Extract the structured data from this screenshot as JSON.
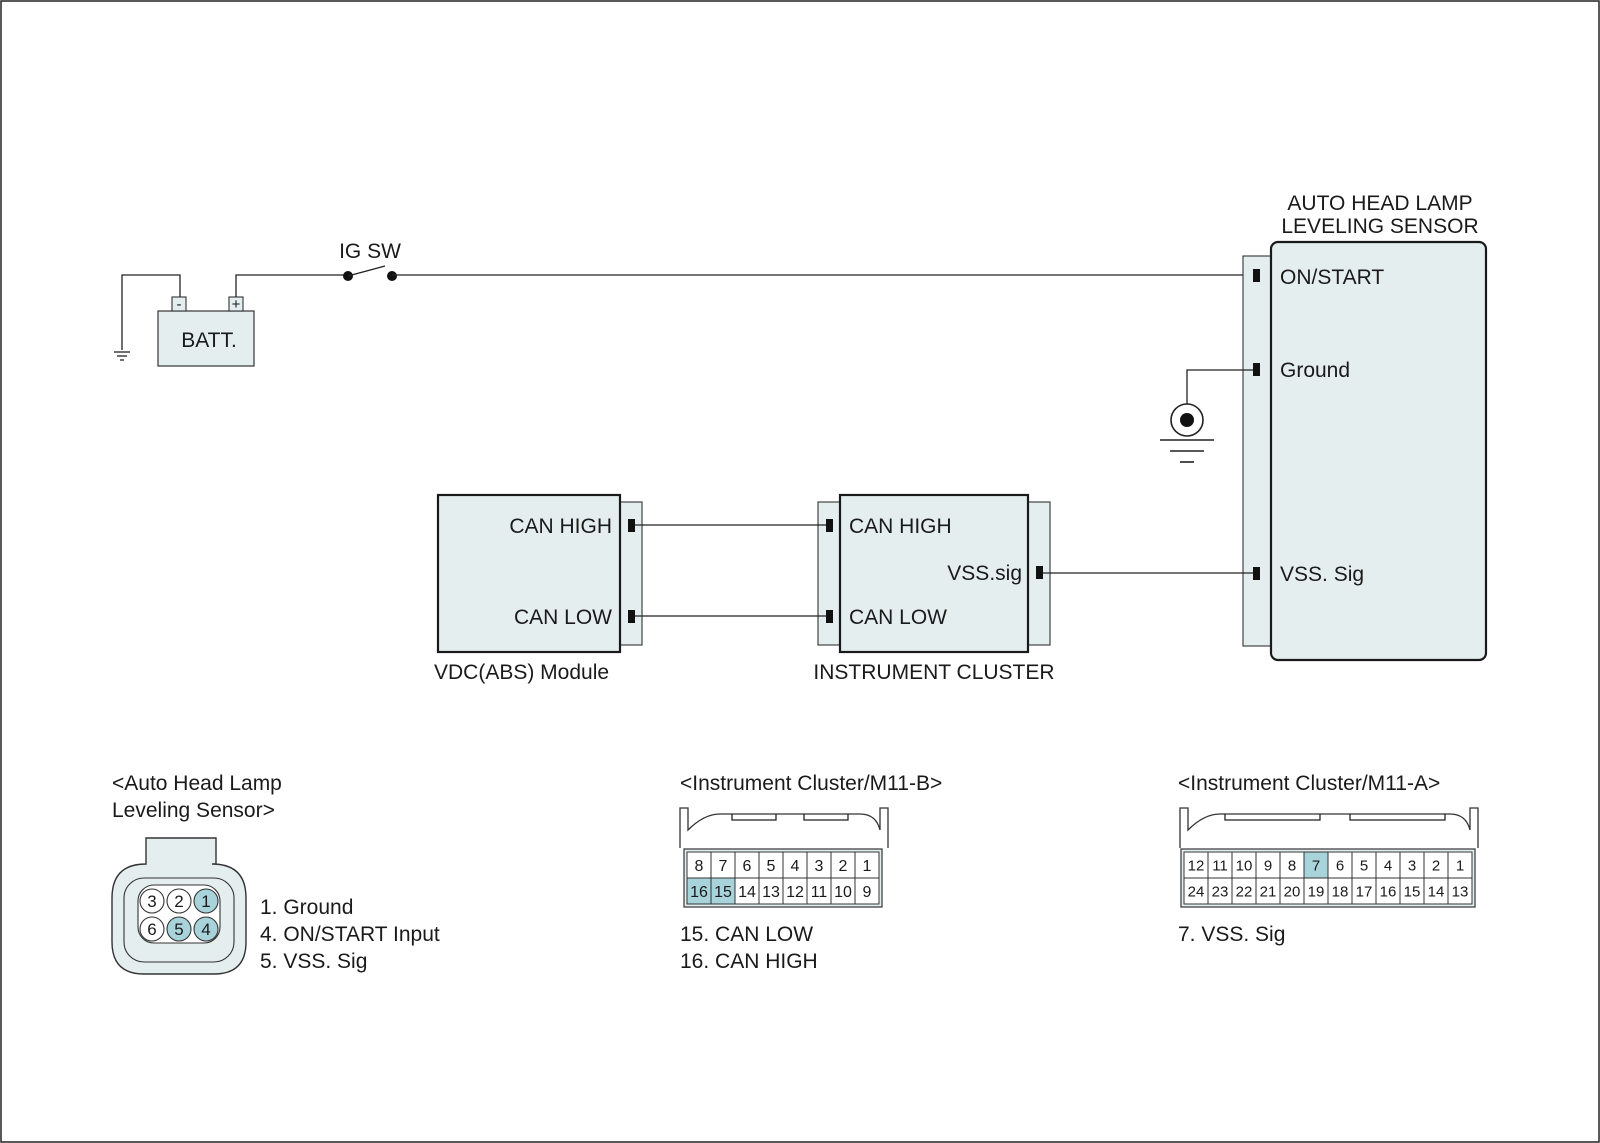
{
  "battery": {
    "label": "BATT.",
    "neg": "-",
    "pos": "+"
  },
  "ig_switch": {
    "label": "IG SW"
  },
  "sensor": {
    "title_line1": "AUTO HEAD LAMP",
    "title_line2": "LEVELING SENSOR",
    "pins": [
      "ON/START",
      "Ground",
      "VSS. Sig"
    ]
  },
  "vdc": {
    "label": "VDC(ABS) Module",
    "pins": [
      "CAN HIGH",
      "CAN LOW"
    ]
  },
  "cluster": {
    "label": "INSTRUMENT CLUSTER",
    "pins": [
      "CAN HIGH",
      "VSS.sig",
      "CAN LOW"
    ]
  },
  "connector_sensor": {
    "title_line1": "<Auto Head Lamp",
    "title_line2": "Leveling Sensor>",
    "top_row": [
      "3",
      "2",
      "1"
    ],
    "bottom_row": [
      "6",
      "5",
      "4"
    ],
    "highlighted": [
      "1",
      "4",
      "5"
    ],
    "legend": [
      "1. Ground",
      "4. ON/START Input",
      "5. VSS. Sig"
    ]
  },
  "connector_m11b": {
    "title": "<Instrument Cluster/M11-B>",
    "top_row": [
      "8",
      "7",
      "6",
      "5",
      "4",
      "3",
      "2",
      "1"
    ],
    "bottom_row": [
      "16",
      "15",
      "14",
      "13",
      "12",
      "11",
      "10",
      "9"
    ],
    "highlighted": [
      "15",
      "16"
    ],
    "legend": [
      "15. CAN LOW",
      "16. CAN HIGH"
    ]
  },
  "connector_m11a": {
    "title": "<Instrument Cluster/M11-A>",
    "top_row": [
      "12",
      "11",
      "10",
      "9",
      "8",
      "7",
      "6",
      "5",
      "4",
      "3",
      "2",
      "1"
    ],
    "bottom_row": [
      "24",
      "23",
      "22",
      "21",
      "20",
      "19",
      "18",
      "17",
      "16",
      "15",
      "14",
      "13"
    ],
    "highlighted": [
      "7"
    ],
    "legend": [
      "7. VSS. Sig"
    ]
  },
  "colors": {
    "box_fill": "#e4eeef",
    "pin_highlight": "#a9d3da",
    "line": "#1a1a1a"
  }
}
